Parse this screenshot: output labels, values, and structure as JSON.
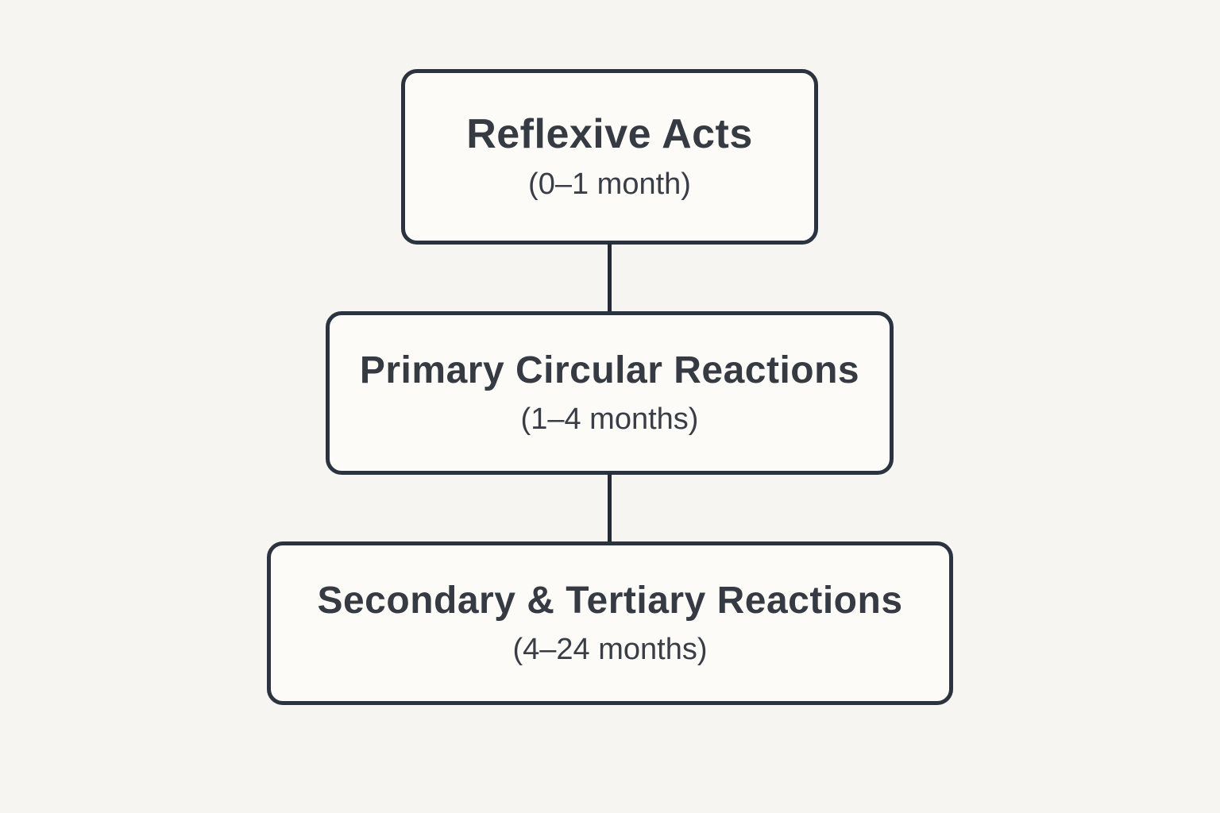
{
  "diagram": {
    "type": "flowchart",
    "direction": "top-down",
    "colors": {
      "background": "#f6f5f1",
      "node_fill": "#fcfbf8",
      "node_border": "#2b3340",
      "text": "#363b43",
      "connector": "#242b36"
    },
    "nodes": [
      {
        "id": "reflexive-acts",
        "title": "Reflexive Acts",
        "subtitle": "(0–1 month)"
      },
      {
        "id": "primary-circular-reactions",
        "title": "Primary Circular Reactions",
        "subtitle": "(1–4 months)"
      },
      {
        "id": "secondary-tertiary-reactions",
        "title": "Secondary & Tertiary Reactions",
        "subtitle": "(4–24 months)"
      }
    ],
    "edges": [
      {
        "from": "reflexive-acts",
        "to": "primary-circular-reactions"
      },
      {
        "from": "primary-circular-reactions",
        "to": "secondary-tertiary-reactions"
      }
    ]
  }
}
